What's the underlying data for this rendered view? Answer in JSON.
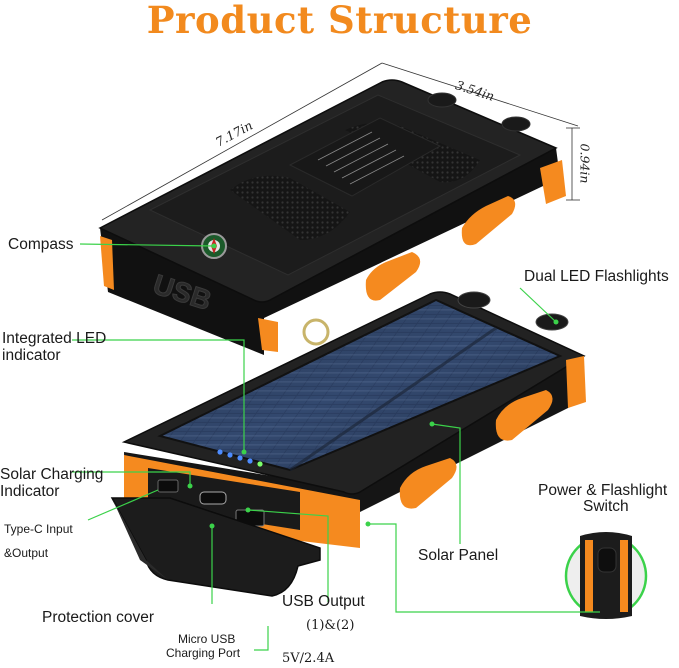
{
  "title": "Product Structure",
  "dimensions": {
    "length": "7.17in",
    "width": "3.54in",
    "thickness": "0.94in"
  },
  "device": {
    "embossed_port_text": "USB"
  },
  "labels": {
    "compass": "Compass",
    "dual_led": "Dual LED Flashlights",
    "integrated_led_1": "Integrated LED",
    "integrated_led_2": "indicator",
    "solar_charging_1": "Solar Charging",
    "solar_charging_2": "Indicator",
    "typec_1": "Type-C Input",
    "typec_2": "&Output",
    "solar_panel": "Solar Panel",
    "power_switch_1": "Power & Flashlight",
    "power_switch_2": "Switch",
    "protection_cover": "Protection cover",
    "usb_output_1": "USB Output",
    "usb_output_2": "(1)&(2)",
    "micro_usb_1": "Micro USB",
    "micro_usb_2": "Charging Port",
    "rating": "5V/2.4A"
  },
  "colors": {
    "title": "#f28a1e",
    "accent_orange": "#f58a1f",
    "body_black": "#1c1c1c",
    "callout_green": "#3bd24a",
    "panel_blue": "#2c3f63"
  }
}
